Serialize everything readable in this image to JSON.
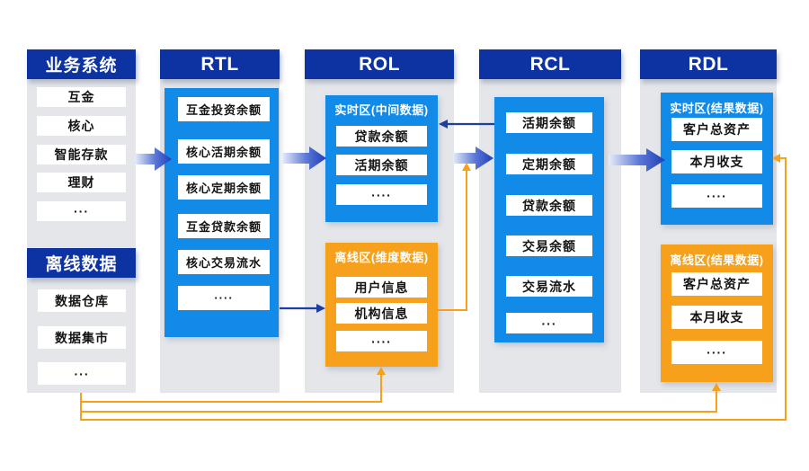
{
  "colors": {
    "header_navy": "#0D33A3",
    "zone_blue": "#118AE8",
    "zone_orange": "#F6A01B",
    "thin_arrow_navy": "#1D3EA3",
    "connector_orange": "#F6A01B",
    "column_gray": "#E4E6EA"
  },
  "business": {
    "header": "业务系统",
    "items": [
      "互金",
      "核心",
      "智能存款",
      "理财",
      "···"
    ],
    "offline_header": "离线数据",
    "offline_items": [
      "数据仓库",
      "数据集市",
      "···"
    ]
  },
  "rtl": {
    "header": "RTL",
    "items": [
      "互金投资余额",
      "核心活期余额",
      "核心定期余额",
      "互金贷款余额",
      "核心交易流水",
      "····"
    ]
  },
  "rol": {
    "header": "ROL",
    "realtime": {
      "title": "实时区(中间数据)",
      "items": [
        "贷款余额",
        "活期余额",
        "····"
      ]
    },
    "offline": {
      "title": "离线区(维度数据)",
      "items": [
        "用户信息",
        "机构信息",
        "····"
      ]
    }
  },
  "rcl": {
    "header": "RCL",
    "items": [
      "活期余额",
      "定期余额",
      "贷款余额",
      "交易余额",
      "交易流水",
      "···"
    ]
  },
  "rdl": {
    "header": "RDL",
    "realtime": {
      "title": "实时区(结果数据)",
      "items": [
        "客户总资产",
        "本月收支",
        "····"
      ]
    },
    "offline": {
      "title": "离线区(结果数据)",
      "items": [
        "客户总资产",
        "本月收支",
        "····"
      ]
    }
  }
}
